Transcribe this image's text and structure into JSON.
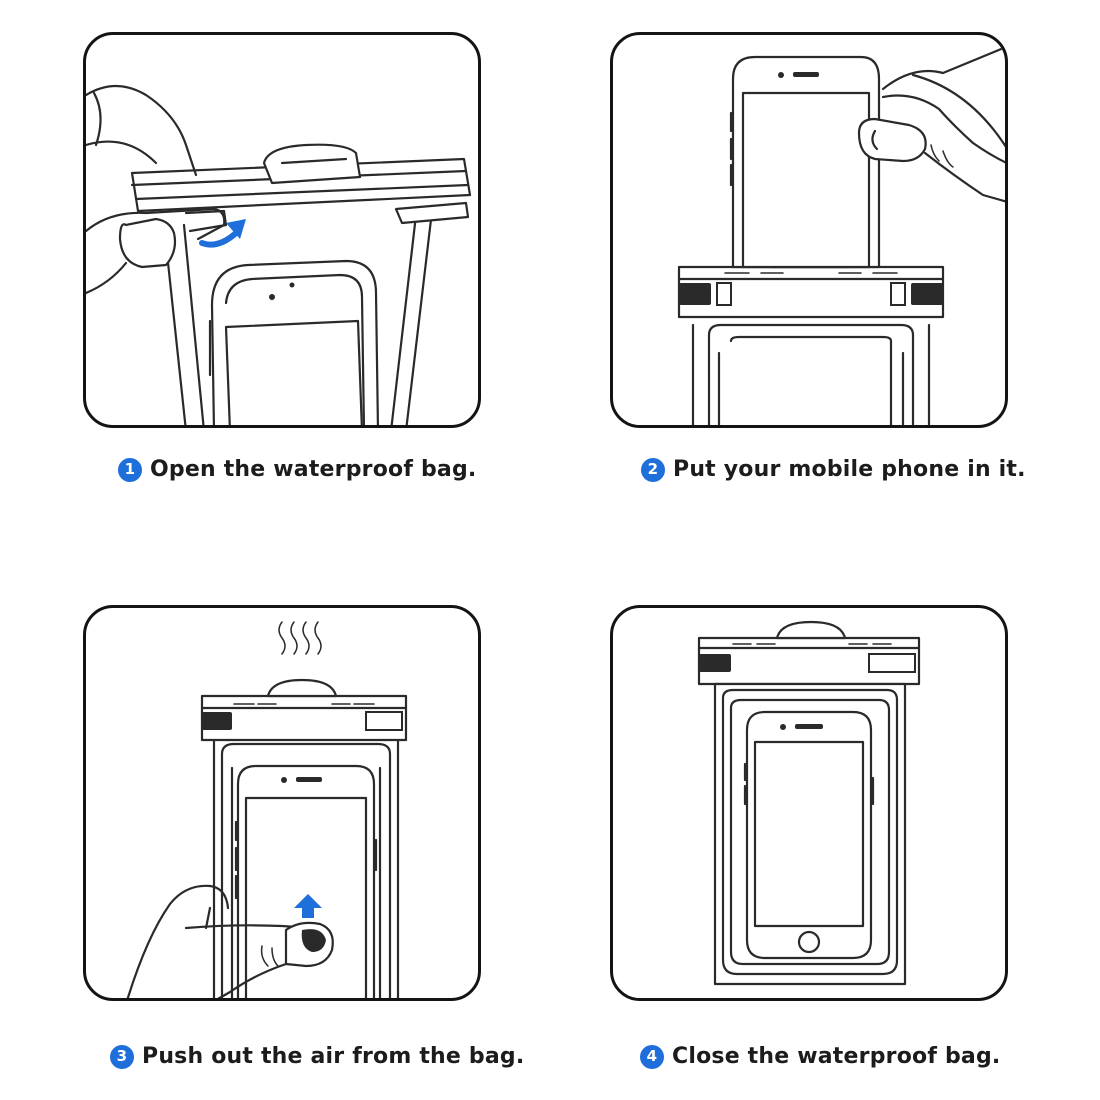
{
  "steps": [
    {
      "number": "1",
      "text": "Open the waterproof bag.",
      "arrow_color": "#1e6fd9"
    },
    {
      "number": "2",
      "text": "Put your mobile phone in it."
    },
    {
      "number": "3",
      "text": "Push out the air from the bag.",
      "arrow_color": "#1e6fd9"
    },
    {
      "number": "4",
      "text": "Close the waterproof bag."
    }
  ],
  "colors": {
    "accent": "#1e6fd9",
    "line": "#2a2a2a"
  },
  "icons": [
    "hand-icon",
    "phone-icon",
    "waterproof-bag-icon",
    "rotate-arrow-icon",
    "up-arrow-icon",
    "air-waves-icon"
  ]
}
